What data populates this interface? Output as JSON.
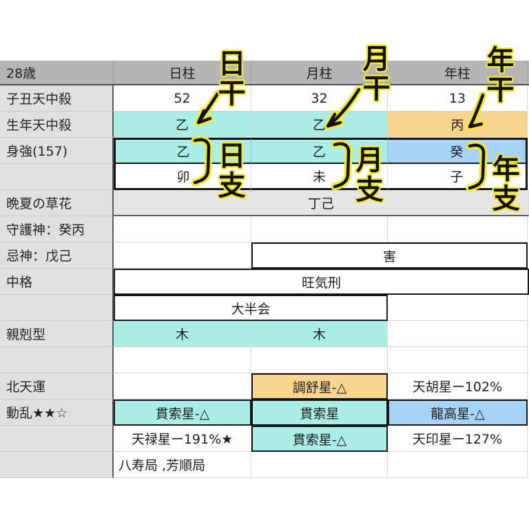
{
  "header": {
    "age_label": "28歳",
    "col_day": "日柱",
    "col_month": "月柱",
    "col_year": "年柱"
  },
  "rows": {
    "tenchu_numbers": {
      "label": "子丑天中殺",
      "day": "52",
      "month": "32",
      "year": "13"
    },
    "seinen_tenchu": {
      "label": "生年天中殺",
      "day": "乙",
      "month": "乙",
      "year": "丙"
    },
    "mikyo": {
      "label": "身強(157)",
      "day": "乙",
      "month": "乙",
      "year": "癸"
    },
    "branches": {
      "label": "",
      "day": "卯",
      "month": "未",
      "year": "子"
    },
    "banka": {
      "label": "晩夏の草花",
      "merged": "丁己"
    },
    "shugoshin": {
      "label": "守護神：癸丙"
    },
    "imigami": {
      "label": "忌神：戊己",
      "merged": "害"
    },
    "chukaku": {
      "label": "中格",
      "merged": "旺気刑"
    },
    "daihankai": {
      "label": "",
      "merged": "大半会"
    },
    "shinkoku": {
      "label": "親剋型",
      "day": "木",
      "month": "木",
      "year": ""
    },
    "blank": {
      "label": ""
    },
    "hokutenun": {
      "label": "北天運",
      "day": "",
      "month": "調舒星-△",
      "year": "天胡星ー102%"
    },
    "doran": {
      "label": "動乱★★☆",
      "day": "貫索星-△",
      "month": "貫索星",
      "year": "龍高星-△"
    },
    "tenroku": {
      "label": "",
      "day": "天禄星ー191%★",
      "month": "貫索星-△",
      "year": "天印星ー127%"
    },
    "kyoku": {
      "label": "",
      "day": "八寿局 ,芳順局"
    }
  },
  "annotations": {
    "day_stem": "日干",
    "month_stem": "月干",
    "year_stem": "年干",
    "day_branch": "日支",
    "month_branch": "月支",
    "year_branch": "年支"
  },
  "colors": {
    "cyan": "#a9ede4",
    "orange": "#f8d48f",
    "blue": "#a7d3f6",
    "label_gray": "#e0e0e0",
    "header_gray": "#b4b4b4",
    "row_gray": "#e5e5e5",
    "ink": "#111111",
    "annotation_yellow": "#f2e838"
  }
}
